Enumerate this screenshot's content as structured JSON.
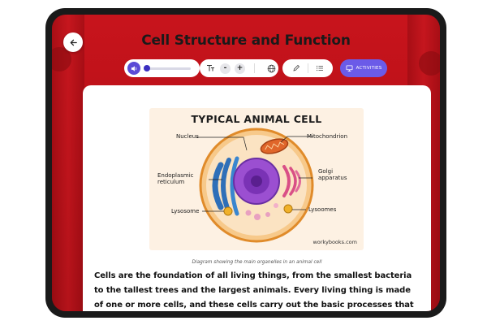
{
  "lesson": {
    "title": "Cell Structure and Function"
  },
  "toolbar": {
    "audio": {
      "play_icon": "volume-icon",
      "progress": 0.0
    },
    "text_tools": {
      "text_size_icon": "text-size-icon",
      "decrease_label": "-",
      "increase_label": "+",
      "language_icon": "globe-icon"
    },
    "tools": {
      "highlight_icon": "pen-icon",
      "list_icon": "list-icon"
    },
    "activities_label": "ACTIVITIES",
    "activities_icon": "presentation-icon"
  },
  "figure": {
    "title": "TYPICAL ANIMAL CELL",
    "labels": {
      "nucleus": "Nucleus",
      "mitochondrion": "Mitochondrion",
      "er_line1": "Endoplasmic",
      "er_line2": "reticulum",
      "golgi_line1": "Golgi",
      "golgi_line2": "apparatus",
      "lysosome": "Lysosome",
      "lysosomes": "Lysoomes"
    },
    "credit": "workybooks.com",
    "caption": "Diagram showing the main organelles in an animal cell"
  },
  "body": {
    "paragraph": "Cells are the foundation of all living things, from the smallest bacteria to the tallest trees and the largest animals. Every living thing is made of one or more cells, and these cells carry out the basic processes that keep life going. Biologists use"
  },
  "colors": {
    "background_red": "#c8141c",
    "accent_purple": "#5b4bd6",
    "cell_membrane": "#e89a2e",
    "nucleus": "#8a3fc4"
  }
}
